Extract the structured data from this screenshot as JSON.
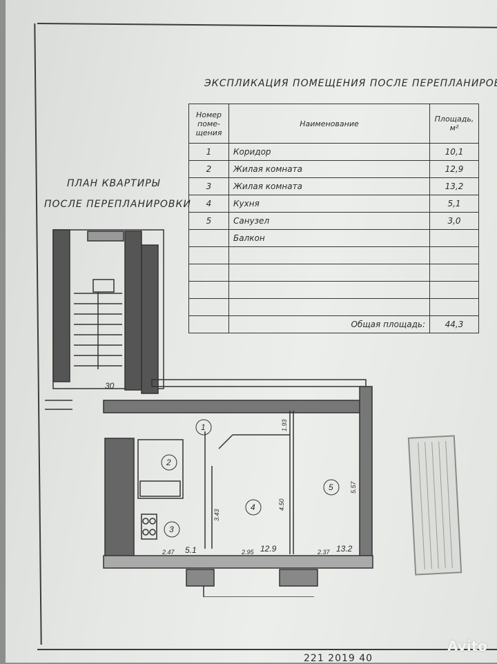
{
  "document": {
    "title": "ЭКСПЛИКАЦИЯ ПОМЕЩЕНИЯ ПОСЛЕ ПЕРЕПЛАНИРОВКИ",
    "plan_title_line1": "ПЛАН КВАРТИРЫ",
    "plan_title_line2": "ПОСЛЕ ПЕРЕПЛАНИРОВКИ"
  },
  "table": {
    "headers": {
      "number": "Номер поме-щения",
      "name": "Наименование",
      "area": "Площадь, м²"
    },
    "rows": [
      {
        "number": "1",
        "name": "Коридор",
        "area": "10,1"
      },
      {
        "number": "2",
        "name": "Жилая комната",
        "area": "12,9"
      },
      {
        "number": "3",
        "name": "Жилая комната",
        "area": "13,2"
      },
      {
        "number": "4",
        "name": "Кухня",
        "area": "5,1"
      },
      {
        "number": "5",
        "name": "Санузел",
        "area": "3,0"
      },
      {
        "number": "",
        "name": "Балкон",
        "area": ""
      },
      {
        "number": "",
        "name": "",
        "area": ""
      },
      {
        "number": "",
        "name": "",
        "area": ""
      },
      {
        "number": "",
        "name": "",
        "area": ""
      },
      {
        "number": "",
        "name": "",
        "area": ""
      }
    ],
    "total_label": "Общая площадь:",
    "total_value": "44,3"
  },
  "plan": {
    "dim_top": "30",
    "room_marks": [
      "1",
      "2",
      "3",
      "4",
      "5"
    ],
    "areas": [
      "5.1",
      "12.9",
      "13.2"
    ],
    "dims_bottom": [
      "2.47",
      "2.95",
      "2.37"
    ],
    "dims_vertical": [
      "1.93",
      "3.43",
      "4.50",
      "5.57"
    ]
  },
  "footer": {
    "numbers": "221 2019 40"
  },
  "watermark": "Avito"
}
